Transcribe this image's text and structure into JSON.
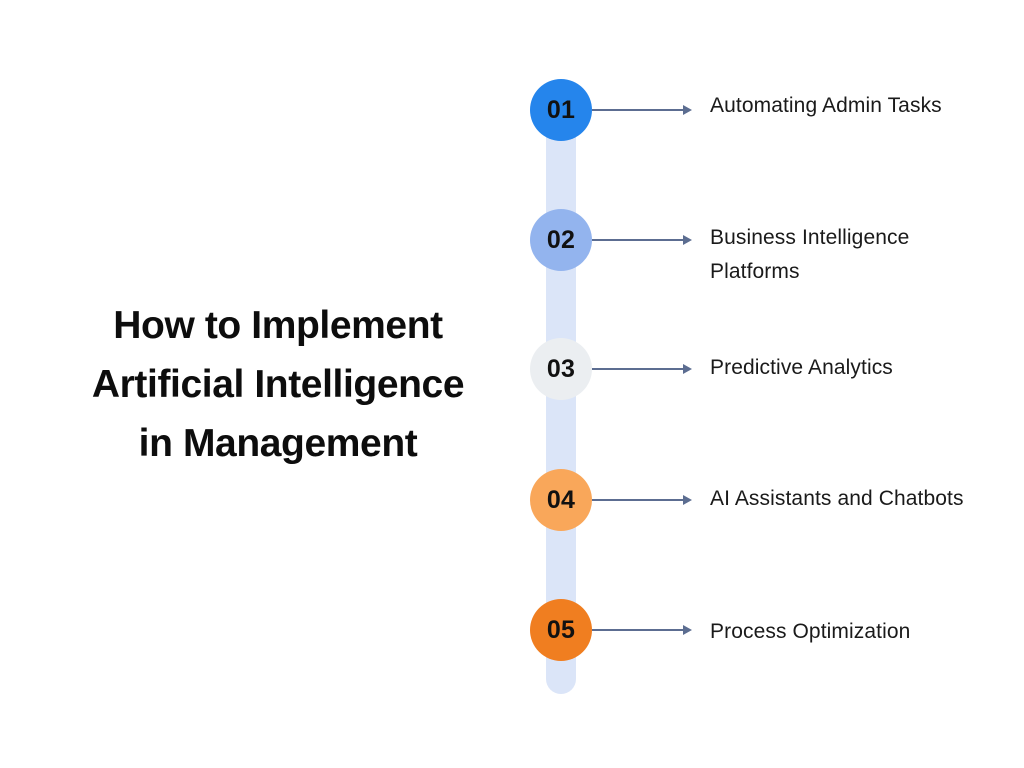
{
  "page": {
    "background_color": "#ffffff",
    "headline": {
      "lines": [
        "How to Implement",
        "Artificial Intelligence",
        "in Management"
      ],
      "color": "#0d0d0d"
    }
  },
  "timeline": {
    "track_color": "#dbe5f8",
    "arrow_color": "#5c6d91",
    "number_color": "#111111",
    "label_color": "#1a1a1a",
    "steps": [
      {
        "number": "01",
        "label": "Automating Admin Tasks",
        "circle_color": "#2585ec"
      },
      {
        "number": "02",
        "label": "Business Intelligence Platforms",
        "circle_color": "#93b4ee"
      },
      {
        "number": "03",
        "label": "Predictive Analytics",
        "circle_color": "#ebeef1"
      },
      {
        "number": "04",
        "label": "AI Assistants and Chatbots",
        "circle_color": "#f9a75a"
      },
      {
        "number": "05",
        "label": "Process Optimization",
        "circle_color": "#f07e20"
      }
    ]
  }
}
